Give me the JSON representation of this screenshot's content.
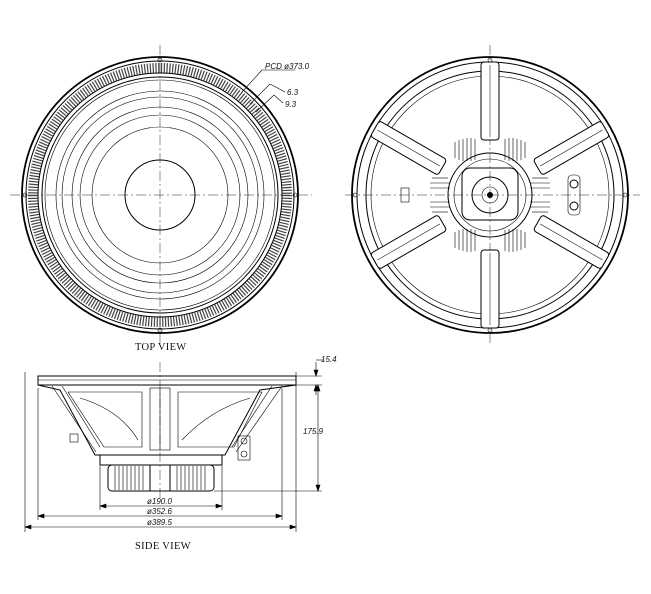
{
  "views": {
    "top": "TOP VIEW",
    "side": "SIDE VIEW"
  },
  "dimensions": {
    "pcd": "PCD ø373.0",
    "d_6_3": "6.3",
    "d_9_3": "9.3",
    "flange": "15.4",
    "height": "175.9",
    "magnet": "ø190.0",
    "cutout": "ø352.6",
    "outer": "ø389.5"
  }
}
